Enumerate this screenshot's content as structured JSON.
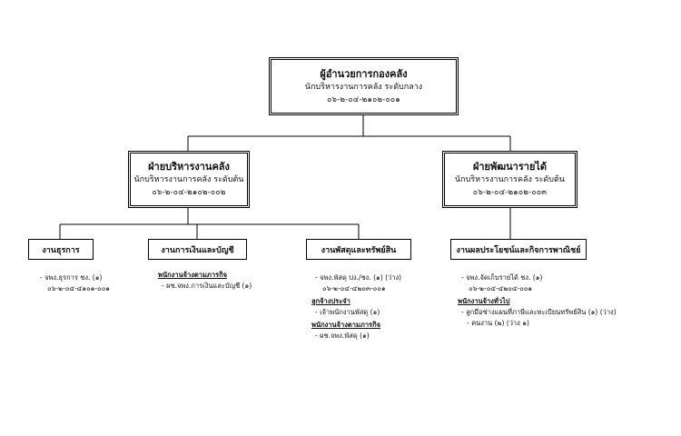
{
  "director": {
    "title": "ผู้อำนวยการกองคลัง",
    "position": "นักบริหารงานการคลัง ระดับกลาง",
    "code": "๐๖-๒-๐๔-๒๑๐๒-๐๐๑"
  },
  "divisions": [
    {
      "title": "ฝ่ายบริหารงานคลัง",
      "position": "นักบริหารงานการคลัง ระดับต้น",
      "code": "๐๖-๒-๐๔-๒๑๐๒-๐๐๒"
    },
    {
      "title": "ฝ่ายพัฒนารายได้",
      "position": "นักบริหารงานการคลัง ระดับต้น",
      "code": "๐๖-๒-๐๔-๒๑๐๒-๐๐๓"
    }
  ],
  "units": [
    {
      "title": "งานธุรการ",
      "lines": [
        {
          "kind": "item",
          "text": "- จพง.ธุรการ ชง. (๑)"
        },
        {
          "kind": "code",
          "text": "๐๖-๒-๐๔-๔๑๐๑-๐๐๑"
        }
      ]
    },
    {
      "title": "งานการเงินและบัญชี",
      "lines": [
        {
          "kind": "head",
          "text": "พนักงานจ้างตามภารกิจ"
        },
        {
          "kind": "item",
          "text": "- ผช.จพง.การเงินและบัญชี (๑)"
        }
      ]
    },
    {
      "title": "งานพัสดุและทรัพย์สิน",
      "lines": [
        {
          "kind": "item",
          "text": "- จพง.พัสดุ ปง./ชง. (๑) (ว่าง)"
        },
        {
          "kind": "code",
          "text": "๐๖-๒-๐๔-๔๒๐๓-๐๐๑"
        },
        {
          "kind": "head",
          "text": "ลูกจ้างประจำ"
        },
        {
          "kind": "item",
          "text": "- เจ้าพนักงานพัสดุ (๑)"
        },
        {
          "kind": "head",
          "text": "พนักงานจ้างตามภารกิจ"
        },
        {
          "kind": "item",
          "text": "- ผช.จพง.พัสดุ (๑)"
        }
      ]
    },
    {
      "title": "งานผลประโยชน์และกิจการพาณิชย์",
      "lines": [
        {
          "kind": "item",
          "text": "- จพง.จัดเก็บรายได้ ชง. (๑)"
        },
        {
          "kind": "code",
          "text": "๐๖-๒-๐๔-๔๒๐๔-๐๐๑"
        },
        {
          "kind": "head",
          "text": "พนักงานจ้างทั่วไป"
        },
        {
          "kind": "item",
          "text": "- ลูกมือช่างแผนที่ภาษีและทะเบียนทรัพย์สิน (๑) (ว่าง)"
        },
        {
          "kind": "item",
          "text": "- คนงาน (๒) (ว่าง ๑)"
        }
      ]
    }
  ]
}
